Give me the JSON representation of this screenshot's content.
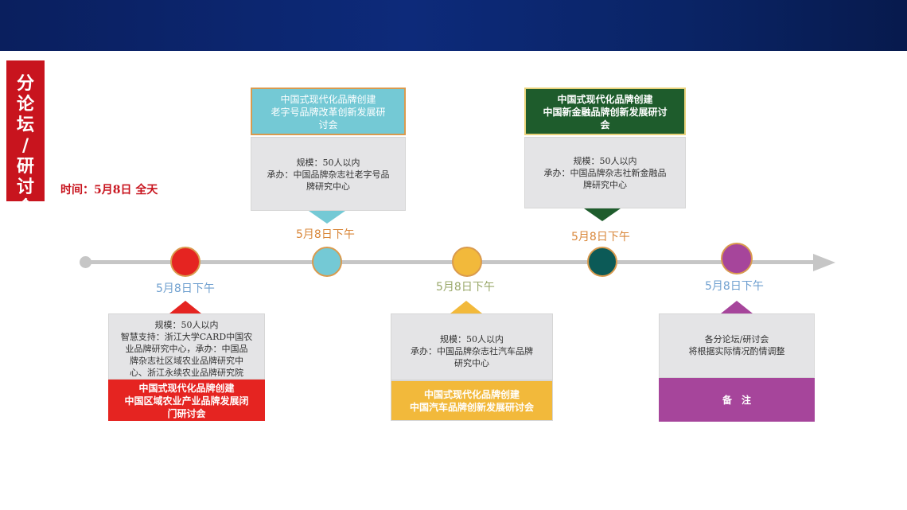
{
  "side_tab": {
    "chars": [
      "分",
      "论",
      "坛",
      "/",
      "研",
      "讨",
      "会"
    ]
  },
  "time_label": "时间：5月8日 全天",
  "colors": {
    "red": "#e52421",
    "cyan": "#74c9d5",
    "yellow": "#f2b93b",
    "green": "#1e5c2c",
    "teal": "#0c5a57",
    "purple": "#a6459b",
    "axis": "#c6c6c6"
  },
  "events": [
    {
      "date": "5月8日下午",
      "title_lines": [
        "中国式现代化品牌创建",
        "中国区域农业产业品牌发展闭",
        "门研讨会"
      ],
      "detail_lines": [
        "规模：50人以内",
        "智慧支持：浙江大学CARD中国农",
        "业品牌研究中心，承办：中国品",
        "牌杂志社区域农业品牌研究中",
        "心、浙江永续农业品牌研究院"
      ]
    },
    {
      "date": "5月8日下午",
      "title_lines": [
        "中国式现代化品牌创建",
        "老字号品牌改革创新发展研",
        "讨会"
      ],
      "detail_lines": [
        "规模：50人以内",
        "承办：中国品牌杂志社老字号品",
        "牌研究中心"
      ]
    },
    {
      "date": "5月8日下午",
      "title_lines": [
        "中国式现代化品牌创建",
        "中国汽车品牌创新发展研讨会"
      ],
      "detail_lines": [
        "规模：50人以内",
        "承办：中国品牌杂志社汽车品牌",
        "研究中心"
      ]
    },
    {
      "date": "5月8日下午",
      "title_lines": [
        "中国式现代化品牌创建",
        "中国新金融品牌创新发展研讨",
        "会"
      ],
      "detail_lines": [
        "规模：50人以内",
        "承办：中国品牌杂志社新金融品",
        "牌研究中心"
      ]
    },
    {
      "date": "5月8日下午",
      "title_lines": [
        "备　注"
      ],
      "detail_lines": [
        "各分论坛/研讨会",
        "将根据实际情况酌情调整"
      ]
    }
  ]
}
